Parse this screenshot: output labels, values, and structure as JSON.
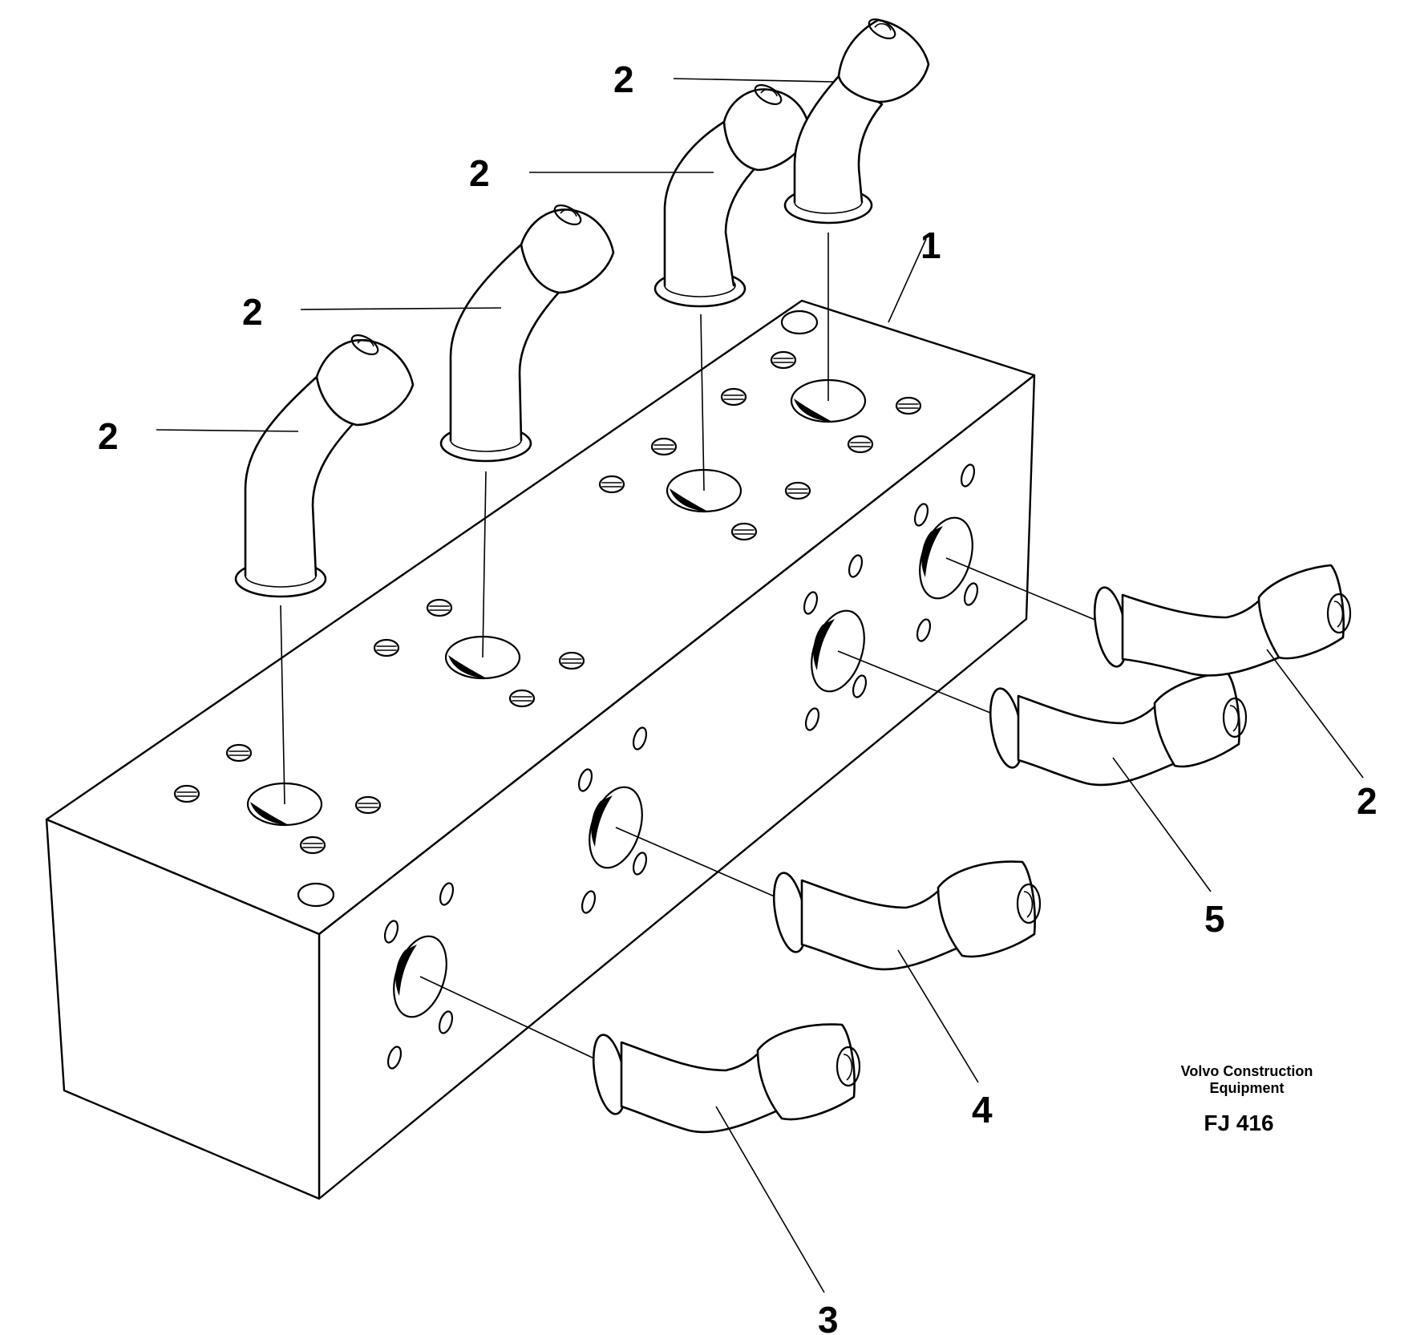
{
  "diagram": {
    "callouts": {
      "part1": "1",
      "part2": "2",
      "part3": "3",
      "part4": "4",
      "part5": "5"
    },
    "credit_line1": "Volvo Construction",
    "credit_line2": "Equipment",
    "figure_code": "FJ 416"
  }
}
